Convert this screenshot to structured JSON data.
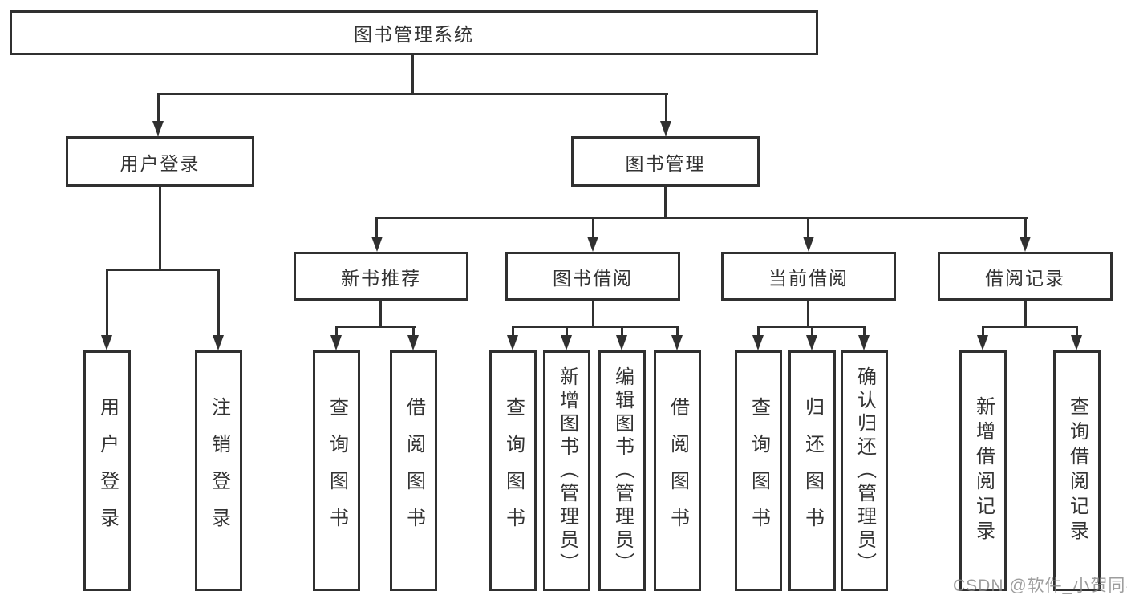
{
  "nodes": {
    "root": "图书管理系统",
    "level2": {
      "user_login": "用户登录",
      "book_management": "图书管理"
    },
    "level3": {
      "new_book_recommend": "新书推荐",
      "book_borrow": "图书借阅",
      "current_borrow": "当前借阅",
      "borrow_records": "借阅记录"
    },
    "leaves": {
      "login": [
        "用户登录",
        "注销登录"
      ],
      "new_book_recommend": [
        "查询图书",
        "借阅图书"
      ],
      "book_borrow": [
        "查询图书",
        "新增图书（管理员）",
        "编辑图书（管理员）",
        "借阅图书"
      ],
      "current_borrow": [
        "查询图书",
        "归还图书",
        "确认归还（管理员）"
      ],
      "borrow_records": [
        "新增借阅记录",
        "查询借阅记录"
      ]
    }
  },
  "watermark": "CSDN @软件_小贺同学",
  "colors": {
    "line": "#303030",
    "text": "#333333",
    "background": "#ffffff",
    "watermark": "#878787"
  }
}
